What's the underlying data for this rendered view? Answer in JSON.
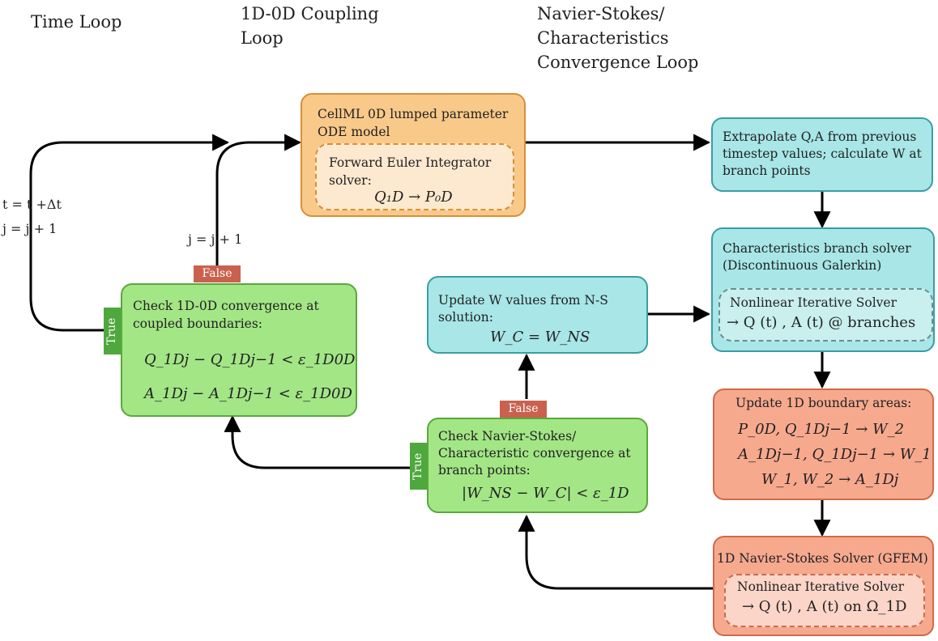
{
  "headers": {
    "time_loop": "Time Loop",
    "coupling_loop_1": "1D-0D Coupling",
    "coupling_loop_2": "Loop",
    "ns_loop_1": "Navier-Stokes/",
    "ns_loop_2": "Characteristics",
    "ns_loop_3": "Convergence Loop"
  },
  "cellml_box": {
    "line1": "CellML 0D lumped parameter",
    "line2": "ODE model",
    "inner_line1": "Forward Euler Integrator",
    "inner_line2": "solver:",
    "equation": "Q₁D → P₀D"
  },
  "extrapolate_box": {
    "line1": "Extrapolate Q,A from previous",
    "line2": "timestep values; calculate W at",
    "line3": "branch points"
  },
  "characteristics_box": {
    "line1": "Characteristics branch solver",
    "line2": "(Discontinuous Galerkin)",
    "inner_line1": "Nonlinear Iterative Solver",
    "inner_line2": "→ Q (t) , A (t) @ branches"
  },
  "update_w_box": {
    "line1": "Update W values from N-S",
    "line2": "solution:",
    "equation": "W_C = W_NS"
  },
  "coupling_check_box": {
    "line1": "Check 1D-0D convergence at",
    "line2": "coupled boundaries:",
    "eq1": "Q_1Dj − Q_1Dj−1 < ε_1D0D",
    "eq2": "A_1Dj − A_1Dj−1 < ε_1D0D",
    "false_tag": "False",
    "true_tag": "True"
  },
  "ns_check_box": {
    "line1": "Check Navier-Stokes/",
    "line2": "Characteristic convergence at",
    "line3": "branch points:",
    "equation": "|W_NS − W_C| < ε_1D",
    "false_tag": "False",
    "true_tag": "True"
  },
  "boundary_box": {
    "line1": "Update 1D boundary areas:",
    "eq1": "P_0D, Q_1Dj−1 → W_2",
    "eq2": "A_1Dj−1, Q_1Dj−1 → W_1",
    "eq3": "W_1, W_2 → A_1Dj"
  },
  "ns_solver_box": {
    "line1": "1D Navier-Stokes Solver (GFEM)",
    "inner_line1": "Nonlinear Iterative Solver",
    "inner_line2": "→ Q (t) , A (t) on Ω_1D"
  },
  "labels": {
    "time_update": "t = t +Δt",
    "j_update_left": "j = j + 1",
    "j_update_mid": "j = j + 1"
  },
  "colors": {
    "orange_fill": "#f9c98a",
    "cyan_fill": "#a8e6e7",
    "green_fill": "#a3e686",
    "salmon_fill": "#f7a98e",
    "false_tag": "#c9614e",
    "true_tag": "#4fa83d"
  }
}
